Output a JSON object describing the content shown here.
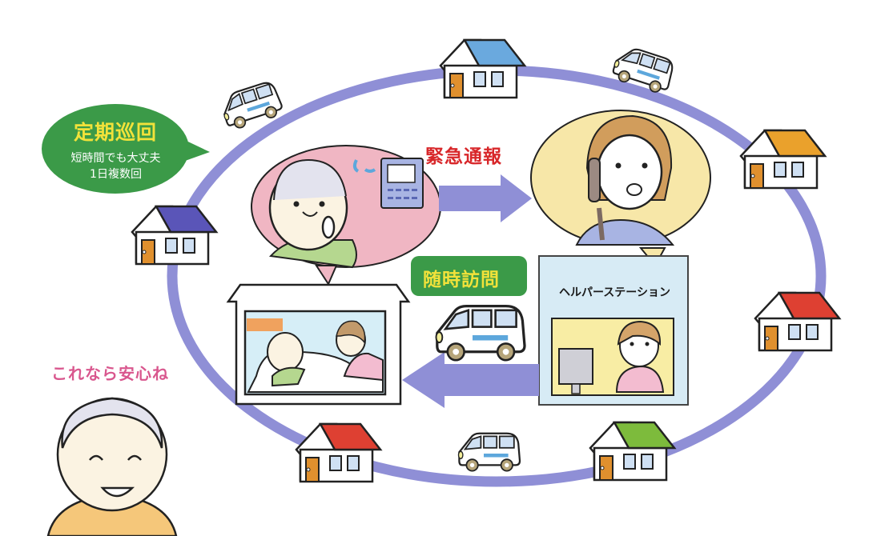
{
  "diagram": {
    "type": "care-service-loop",
    "colors": {
      "route": "#8f8fd6",
      "bubble_green": "#3b9a48",
      "label_yellow": "#f2e23a",
      "emergency_red": "#d8272a",
      "relief_pink": "#d9578e",
      "arrow": "#8f8fd6"
    },
    "regular_patrol": {
      "title": "定期巡回",
      "line1": "短時間でも大丈夫",
      "line2": "1日複数回"
    },
    "emergency_call": {
      "label": "緊急通報"
    },
    "on_demand_visit": {
      "label": "随時訪問"
    },
    "helper_station": {
      "label": "ヘルパーステーション"
    },
    "elder_comment": {
      "label": "これなら安心ね"
    },
    "houses": [
      {
        "name": "house-top",
        "roof": "#6aa9de"
      },
      {
        "name": "house-left",
        "roof": "#5a55b8"
      },
      {
        "name": "house-right-top",
        "roof": "#eaa12c"
      },
      {
        "name": "house-right",
        "roof": "#de4032"
      },
      {
        "name": "house-bottom-left",
        "roof": "#de4032"
      },
      {
        "name": "house-bottom-right",
        "roof": "#7dbb3c"
      }
    ],
    "vehicles": [
      {
        "name": "car-top-left"
      },
      {
        "name": "car-top-right"
      },
      {
        "name": "car-bottom"
      },
      {
        "name": "car-center"
      }
    ]
  }
}
